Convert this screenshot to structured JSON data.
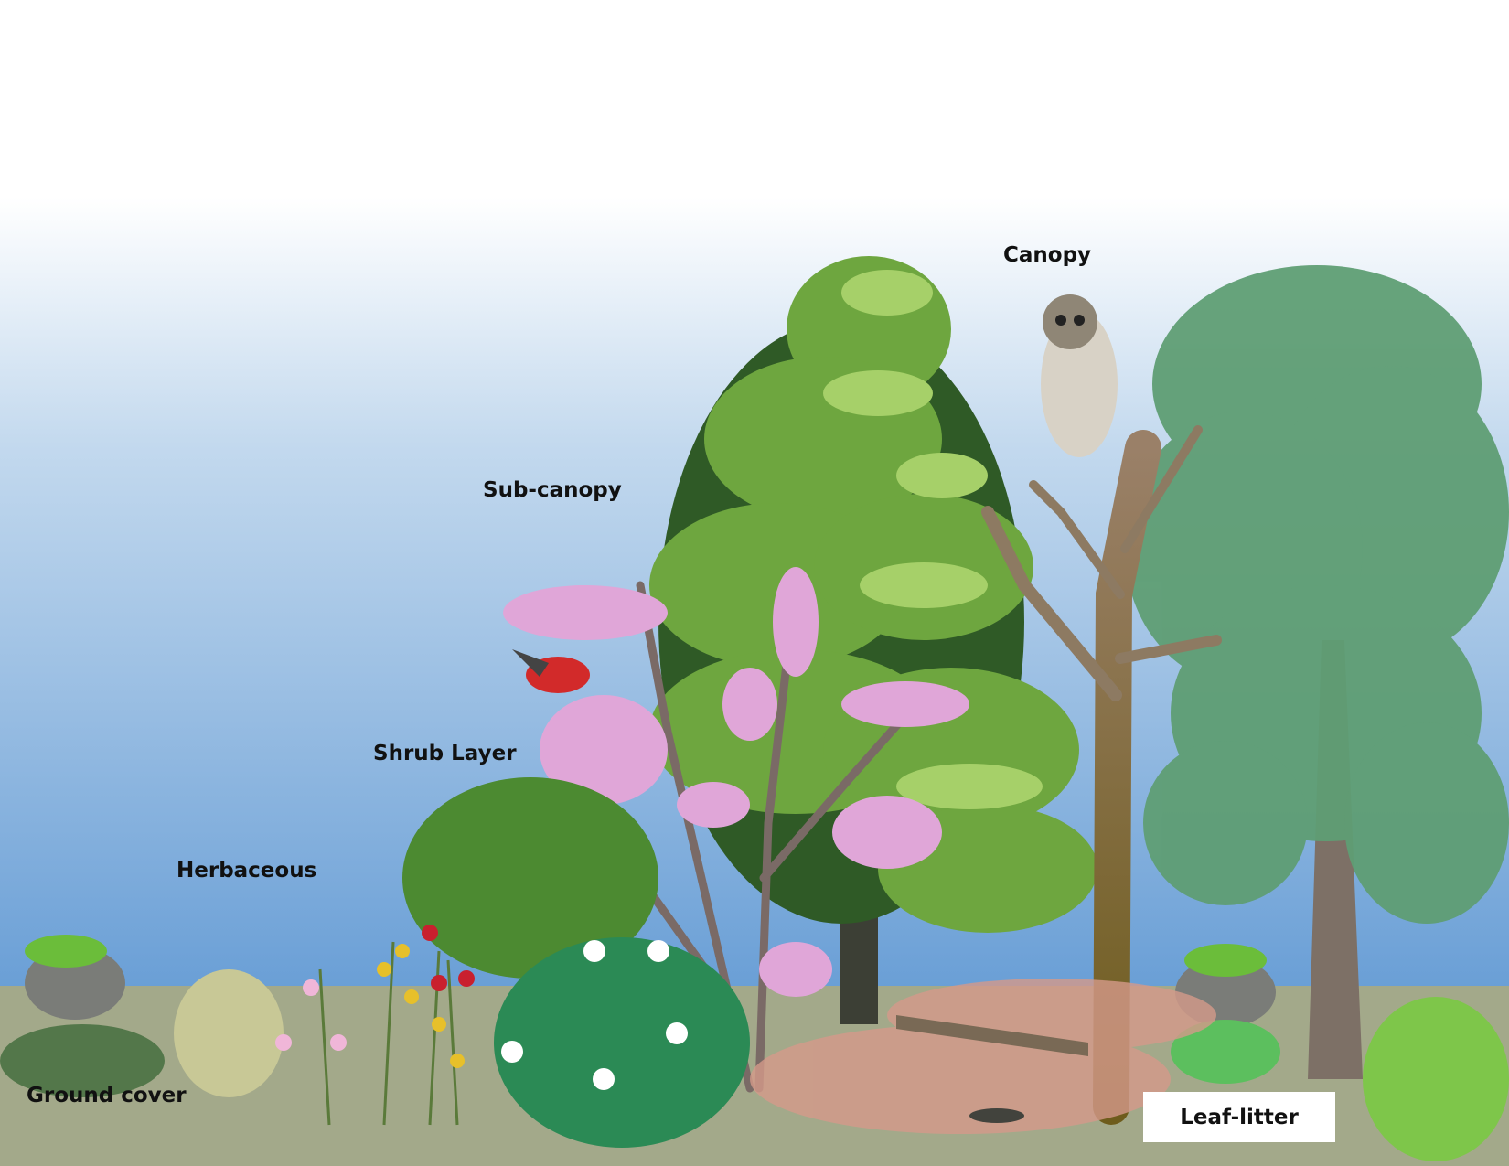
{
  "labels": {
    "canopy": "Canopy",
    "sub_canopy": "Sub-canopy",
    "shrub_layer": "Shrub Layer",
    "herbaceous": "Herbaceous",
    "ground_cover": "Ground cover",
    "leaf_litter": "Leaf-litter"
  },
  "colors": {
    "sky_top": "#ffffff",
    "sky_bottom": "#6a9fd6",
    "ground": "#a3a98a",
    "canopy_green": "#5d9e4a",
    "redbud_pink": "#e0a6d8",
    "trunk": "#8a7a5a"
  }
}
